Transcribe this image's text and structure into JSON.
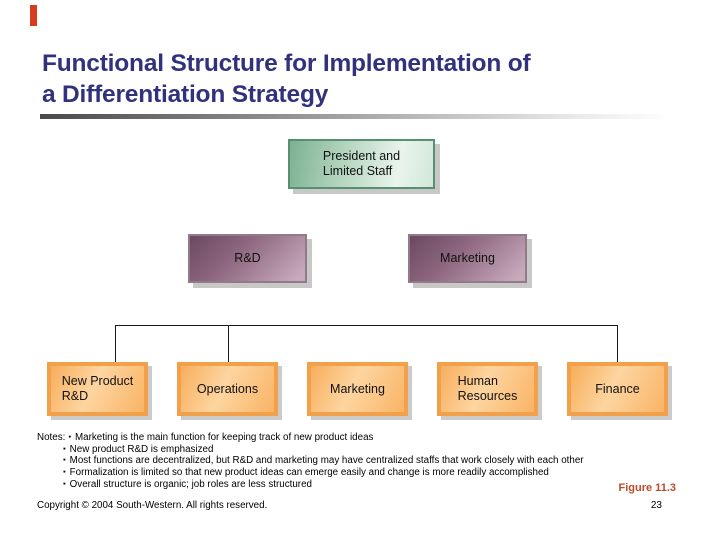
{
  "palette": {
    "title_color": "#31317e",
    "accent_bar_color": "#d93b1e",
    "green_box_border": "#569070",
    "green_box_fill": [
      "#7bb193",
      "#e9f4ec"
    ],
    "purple_box_border": "#927a8a",
    "purple_box_fill": [
      "#6b4862",
      "#c9abbe"
    ],
    "orange_box_border": "#f3a04b",
    "orange_box_fill": [
      "#fdd5a0",
      "#f8ad5c"
    ],
    "figure_label_color": "#bc4a2a",
    "shadow_color": "#c8c8c8",
    "connector_color": "#1a1a1a"
  },
  "header": {
    "title_line1": "Functional Structure for Implementation of",
    "title_line2": "a Differentiation Strategy"
  },
  "chart": {
    "type": "org-chart",
    "president": {
      "label": "President and\nLimited Staff"
    },
    "level2": [
      {
        "label": "R&D"
      },
      {
        "label": "Marketing"
      }
    ],
    "level3": [
      {
        "label": "New Product\nR&D"
      },
      {
        "label": "Operations"
      },
      {
        "label": "Marketing"
      },
      {
        "label": "Human\nResources"
      },
      {
        "label": "Finance"
      }
    ]
  },
  "notes": {
    "label": "Notes:",
    "bullet_char": "▪",
    "items": [
      "Marketing is the main function for keeping track of new product ideas",
      "New product R&D is emphasized",
      "Most functions are decentralized, but R&D and marketing may have centralized staffs that work closely with each other",
      "Formalization is limited so that new product ideas can emerge easily and change is more readily accomplished",
      "Overall structure is organic; job roles are less structured"
    ]
  },
  "figure_label": "Figure 11.3",
  "footer": {
    "copyright": "Copyright © 2004 South-Western. All rights reserved.",
    "page_number": "23"
  }
}
